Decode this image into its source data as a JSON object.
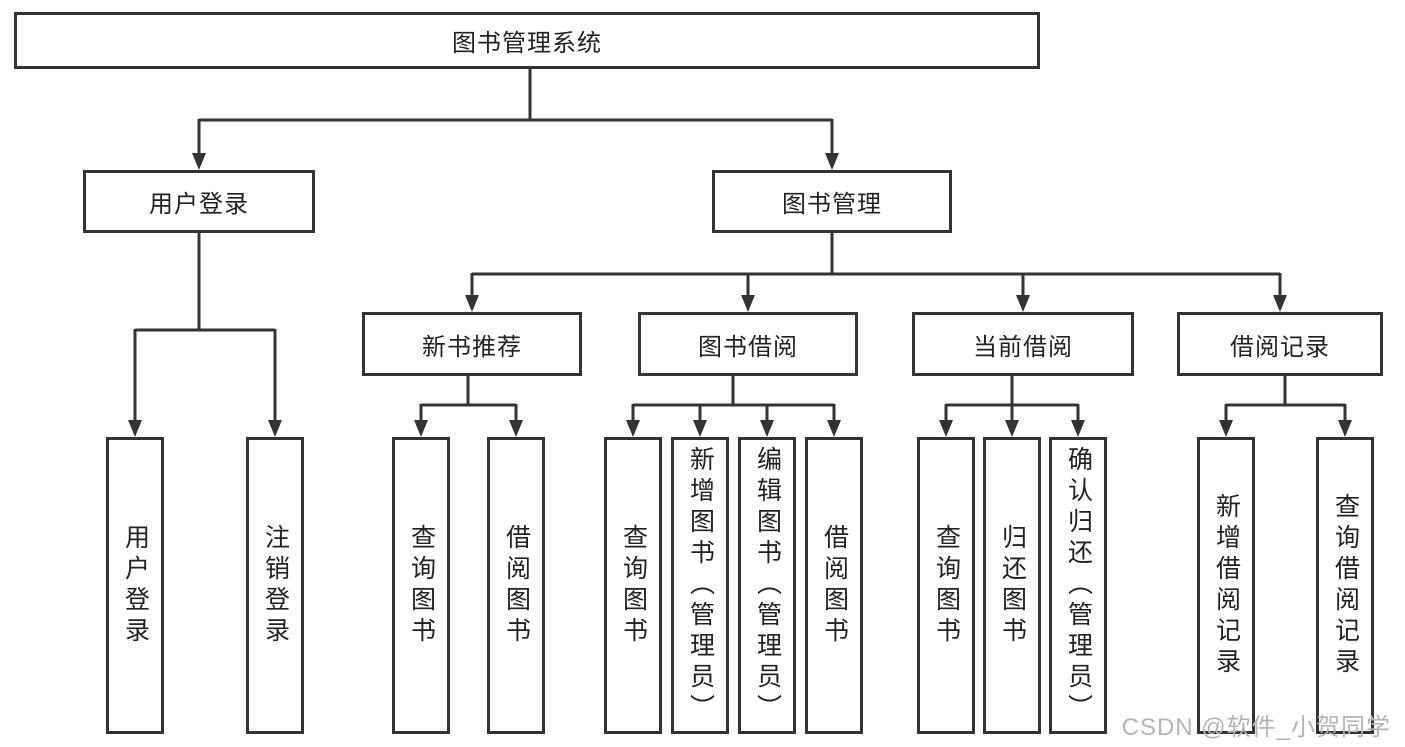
{
  "diagram": {
    "tree": {
      "label": "图书管理系统",
      "children": [
        {
          "label": "用户登录",
          "children": [
            {
              "label": "用户登录"
            },
            {
              "label": "注销登录"
            }
          ]
        },
        {
          "label": "图书管理",
          "children": [
            {
              "label": "新书推荐",
              "children": [
                {
                  "label": "查询图书"
                },
                {
                  "label": "借阅图书"
                }
              ]
            },
            {
              "label": "图书借阅",
              "children": [
                {
                  "label": "查询图书"
                },
                {
                  "label": "新增图书（管理员）"
                },
                {
                  "label": "编辑图书（管理员）"
                },
                {
                  "label": "借阅图书"
                }
              ]
            },
            {
              "label": "当前借阅",
              "children": [
                {
                  "label": "查询图书"
                },
                {
                  "label": "归还图书"
                },
                {
                  "label": "确认归还（管理员）"
                }
              ]
            },
            {
              "label": "借阅记录",
              "children": [
                {
                  "label": "新增借阅记录"
                },
                {
                  "label": "查询借阅记录"
                }
              ]
            }
          ]
        }
      ]
    }
  },
  "watermark": {
    "text": "CSDN @软件_小贺同学"
  },
  "colors": {
    "line": "#333333",
    "box_fill": "#ffffff",
    "text": "#222222",
    "watermark": "#b5b5b5",
    "background": "#ffffff"
  }
}
